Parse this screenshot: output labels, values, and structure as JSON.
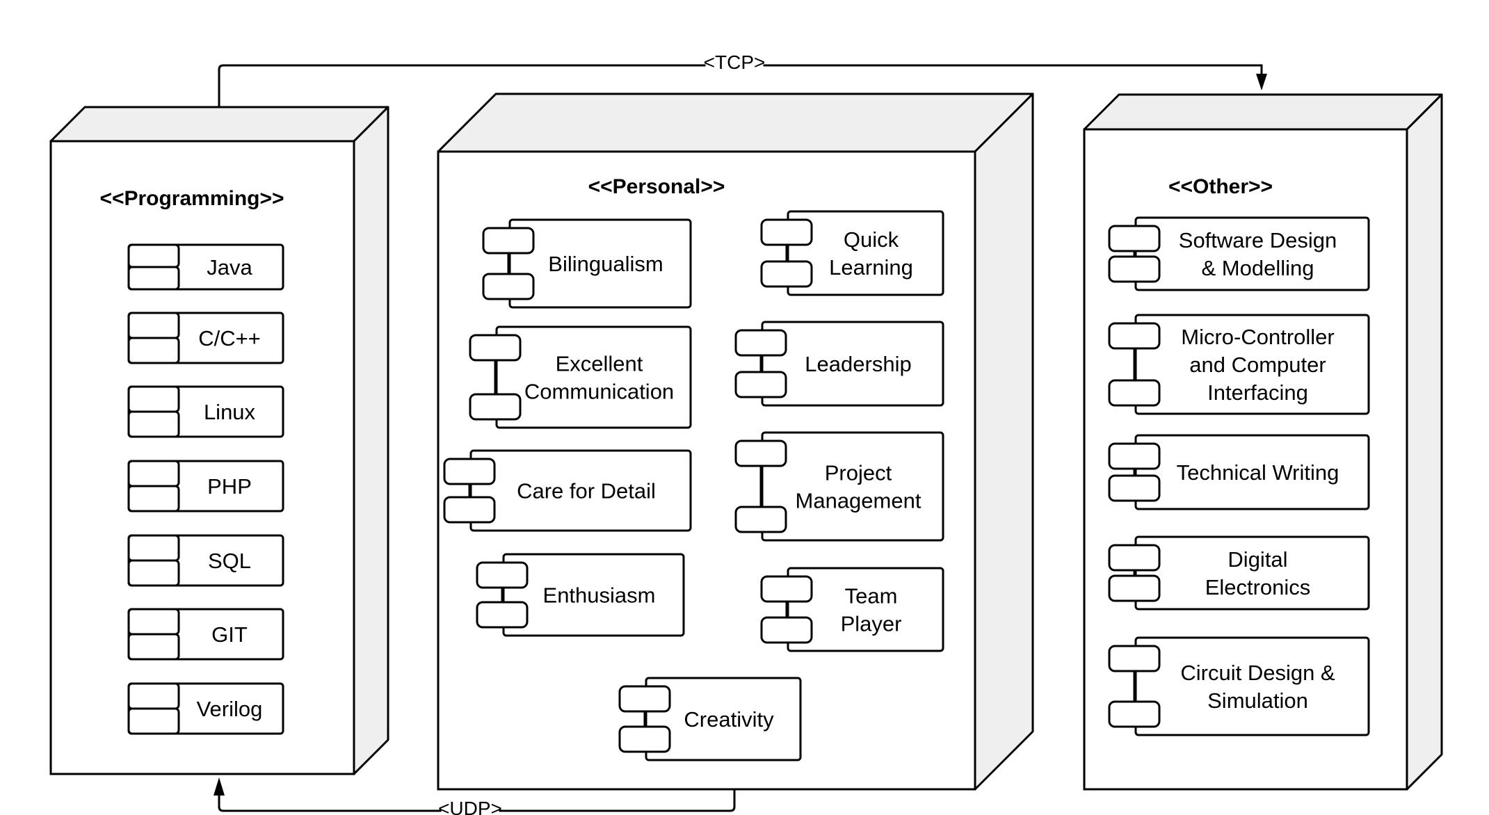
{
  "nodes": {
    "programming": {
      "stereotype": "<<Programming>>",
      "components": [
        {
          "label": "Java"
        },
        {
          "label": "C/C++"
        },
        {
          "label": "Linux"
        },
        {
          "label": "PHP"
        },
        {
          "label": "SQL"
        },
        {
          "label": "GIT"
        },
        {
          "label": "Verilog"
        }
      ]
    },
    "personal": {
      "stereotype": "<<Personal>>",
      "components": [
        {
          "label": "Bilingualism"
        },
        {
          "label": "Quick\nLearning"
        },
        {
          "label": "Excellent\nCommunication"
        },
        {
          "label": "Leadership"
        },
        {
          "label": "Care for Detail"
        },
        {
          "label": "Project\nManagement"
        },
        {
          "label": "Enthusiasm"
        },
        {
          "label": "Team\nPlayer"
        },
        {
          "label": "Creativity"
        }
      ]
    },
    "other": {
      "stereotype": "<<Other>>",
      "components": [
        {
          "label": "Software Design\n& Modelling"
        },
        {
          "label": "Micro-Controller\nand Computer\nInterfacing"
        },
        {
          "label": "Technical Writing"
        },
        {
          "label": "Digital\nElectronics"
        },
        {
          "label": "Circuit Design &\nSimulation"
        }
      ]
    }
  },
  "connectors": {
    "tcp": {
      "label": "<TCP>",
      "from": "<<Programming>>",
      "to": "<<Other>>"
    },
    "udp": {
      "label": "<UDP>",
      "from": "<<Personal>>",
      "to": "<<Programming>>"
    }
  }
}
